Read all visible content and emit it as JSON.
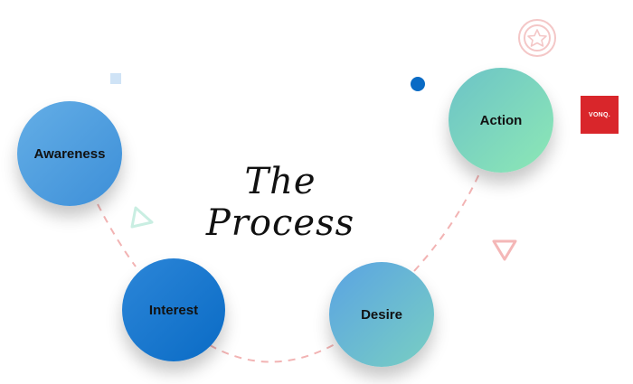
{
  "diagram": {
    "title": "The Process",
    "stages": [
      {
        "label": "Awareness"
      },
      {
        "label": "Interest"
      },
      {
        "label": "Desire"
      },
      {
        "label": "Action"
      }
    ]
  },
  "logo": {
    "text": "VONQ."
  },
  "colors": {
    "connector_dash": "#f2b3b3",
    "logo_background": "#d9262b",
    "accent_blue": "#0a6bc5"
  }
}
